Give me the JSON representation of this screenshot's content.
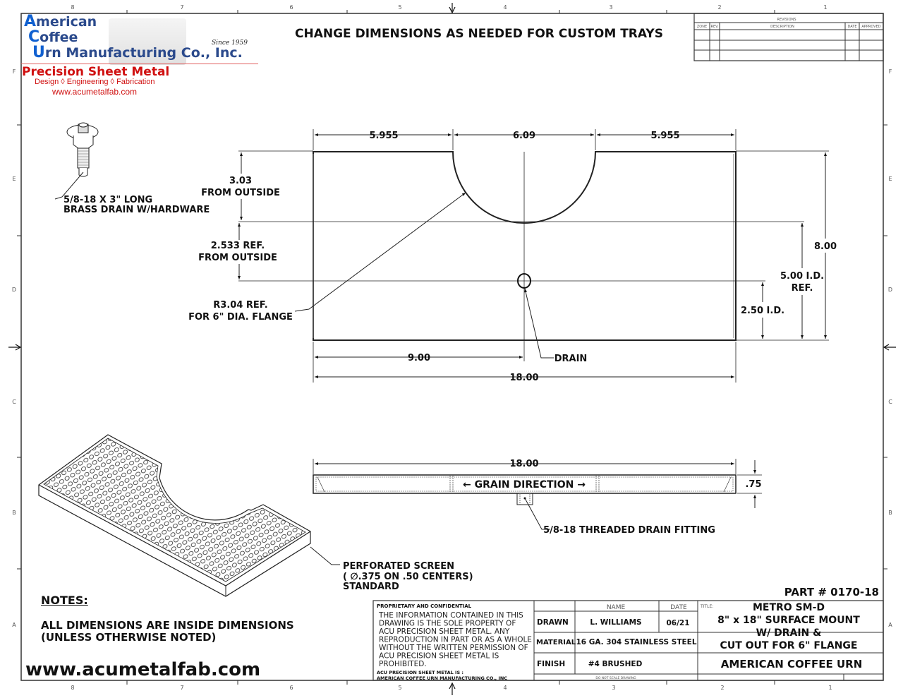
{
  "logo": {
    "line1_cap": "A",
    "line1": "merican",
    "line2_cap": "C",
    "line2": "offee",
    "line3_cap": "U",
    "line3": "rn Manufacturing Co., Inc.",
    "since": "Since 1959",
    "division": "Precision Sheet Metal",
    "services": "Design ◊ Engineering ◊ Fabrication",
    "url": "www.acumetalfab.com",
    "colors": {
      "blue_cap": "#1060d0",
      "navy": "#2b4a8c",
      "red": "#d01010"
    }
  },
  "header_note": "CHANGE DIMENSIONS AS NEEDED FOR CUSTOM TRAYS",
  "border": {
    "col_labels_top": [
      "8",
      "7",
      "6",
      "5",
      "4",
      "3",
      "2",
      "1"
    ],
    "col_labels_bottom": [
      "8",
      "7",
      "6",
      "5",
      "4",
      "3",
      "2",
      "1"
    ],
    "row_labels": [
      "F",
      "E",
      "D",
      "C",
      "B",
      "A"
    ]
  },
  "revisions": {
    "title": "REVISIONS",
    "columns": [
      "ZONE",
      "REV.",
      "DESCRIPTION",
      "DATE",
      "APPROVED"
    ],
    "rows": [
      [
        "",
        "",
        "",
        "",
        ""
      ],
      [
        "",
        "",
        "",
        "",
        ""
      ],
      [
        "",
        "",
        "",
        "",
        ""
      ]
    ]
  },
  "drain_part": {
    "label_line1": "5/8-18 X 3\" LONG",
    "label_line2": "BRASS DRAIN W/HARDWARE"
  },
  "top_view": {
    "dim_top_left": "5.955",
    "dim_top_center": "6.09",
    "dim_top_right": "5.955",
    "dim_cutout_depth": "3.03",
    "dim_cutout_depth_note": "FROM OUTSIDE",
    "dim_drain_offset": "2.533 REF.",
    "dim_drain_offset_note": "FROM OUTSIDE",
    "radius_label": "R3.04 REF.",
    "radius_note": "FOR 6\" DIA. FLANGE",
    "dim_height": "8.00",
    "dim_mid": "5.00 I.D.",
    "dim_mid_note": "REF.",
    "dim_drain_height": "2.50 I.D.",
    "dim_half_width": "9.00",
    "dim_width": "18.00",
    "drain_label": "DRAIN"
  },
  "side_view": {
    "dim_width": "18.00",
    "grain_label": "← GRAIN DIRECTION →",
    "dim_height": ".75",
    "fitting_label": "5/8-18 THREADED DRAIN FITTING"
  },
  "iso_view": {
    "label_line1": "PERFORATED SCREEN",
    "label_line2": "( ∅.375 ON .50 CENTERS)",
    "label_line3": "STANDARD"
  },
  "notes": {
    "heading": "NOTES:",
    "line1": "ALL DIMENSIONS ARE INSIDE DIMENSIONS",
    "line2": "(UNLESS OTHERWISE NOTED)"
  },
  "footer_url": "www.acumetalfab.com",
  "title_block": {
    "part_number": "PART # 0170-18",
    "proprietary_heading": "PROPRIETARY AND CONFIDENTIAL",
    "proprietary_lines": [
      "THE INFORMATION CONTAINED IN THIS",
      "DRAWING IS THE SOLE PROPERTY OF",
      "ACU PRECISION SHEET METAL.  ANY",
      "REPRODUCTION IN PART OR AS A WHOLE",
      "WITHOUT THE WRITTEN PERMISSION OF",
      "ACU PRECISION SHEET METAL IS",
      "PROHIBITED."
    ],
    "acu_line1": "ACU PRECISION SHEET METAL IS :",
    "acu_line2": "AMERICAN COFFEE URN MANUFACTURING CO., INC",
    "name_header": "NAME",
    "date_header": "DATE",
    "drawn_label": "DRAWN",
    "drawn_name": "L. WILLIAMS",
    "drawn_date": "06/21",
    "material_label": "MATERIAL",
    "material_value": "16 GA. 304 STAINLESS STEEL",
    "finish_label": "FINISH",
    "finish_value": "#4 BRUSHED",
    "do_not_scale": "DO NOT SCALE DRAWING",
    "title_label": "TITLE:",
    "title_lines": [
      "METRO SM-D",
      "8\" x 18\" SURFACE MOUNT",
      "W/ DRAIN &",
      "CUT OUT FOR 6\" FLANGE"
    ],
    "company": "AMERICAN COFFEE URN"
  }
}
